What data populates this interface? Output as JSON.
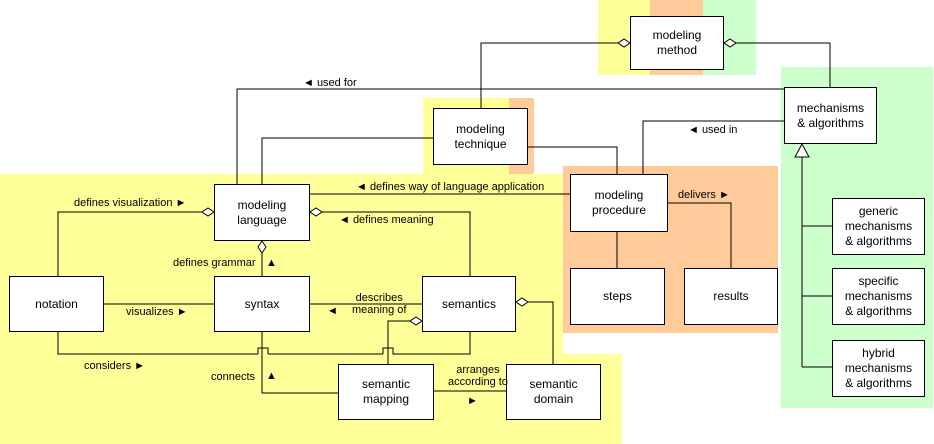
{
  "colors": {
    "yellow": "#ffff99",
    "orange": "#ffcc99",
    "green": "#ccffcc",
    "line": "#000000"
  },
  "nodes": {
    "modeling_method": "modeling\nmethod",
    "mechanisms_algorithms": "mechanisms\n& algorithms",
    "modeling_technique": "modeling\ntechnique",
    "modeling_language": "modeling\nlanguage",
    "modeling_procedure": "modeling\nprocedure",
    "notation": "notation",
    "syntax": "syntax",
    "semantics": "semantics",
    "steps": "steps",
    "results": "results",
    "semantic_mapping": "semantic\nmapping",
    "semantic_domain": "semantic\ndomain",
    "generic_mechanisms": "generic\nmechanisms\n& algorithms",
    "specific_mechanisms": "specific\nmechanisms\n& algorithms",
    "hybrid_mechanisms": "hybrid\nmechanisms\n& algorithms"
  },
  "labels": {
    "used_for": "◄ used for",
    "used_in": "◄ used in",
    "defines_way": "◄ defines way of language application",
    "defines_visualization": "defines visualization  ►",
    "defines_meaning": "◄ defines meaning",
    "delivers": "delivers ►",
    "defines_grammar": "defines grammar",
    "grammar_arrow": "▲",
    "visualizes": "visualizes  ►",
    "describes_meaning_of": "describes\nmeaning of",
    "describes_arrow": "◄",
    "considers": "considers  ►",
    "connects": "connects",
    "connects_arrow": "▲",
    "arranges_according_to": "arranges\naccording to",
    "arranges_arrow": "►"
  }
}
